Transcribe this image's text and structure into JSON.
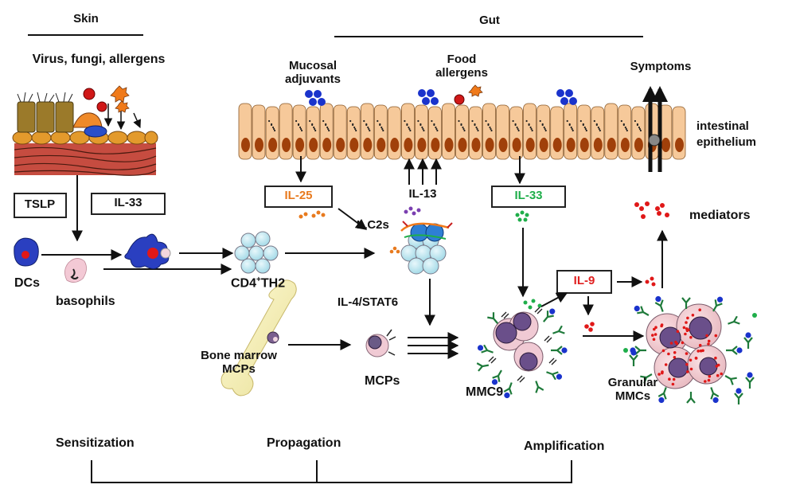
{
  "headers": {
    "skin": "Skin",
    "gut": "Gut"
  },
  "skin": {
    "triggers": "Virus, fungi, allergens",
    "tslp": "TSLP",
    "il33": "IL-33",
    "dcs": "DCs",
    "basophils": "basophils",
    "cd4_prefix": "CD4",
    "cd4_sup": "+",
    "cd4_suffix": "TH2"
  },
  "gut": {
    "mucosal_line1": "Mucosal",
    "mucosal_line2": "adjuvants",
    "food_line1": "Food",
    "food_line2": "allergens",
    "symptoms": "Symptoms",
    "epi_line1": "intestinal",
    "epi_line2": "epithelium",
    "il25": "IL-25",
    "il13": "IL-13",
    "il33": "IL-33",
    "ilc2s": "ILC2s",
    "il4stat6": "IL-4/STAT6",
    "il9": "IL-9",
    "mediators": "mediators",
    "bm_line1": "Bone marrow",
    "bm_line2": "MCPs",
    "mcps": "MCPs",
    "mmc9": "MMC9",
    "gran_line1": "Granular",
    "gran_line2": "MMCs"
  },
  "phases": {
    "sensitization": "Sensitization",
    "propagation": "Propagation",
    "amplification": "Amplification"
  },
  "colors": {
    "tslp": "#1f3f8f",
    "il33": "#1fae4a",
    "il25": "#e87a1e",
    "il9": "#e02020",
    "ilc_purple": "#7a3fb0",
    "allergen_blue": "#1a33cc",
    "mediator_red": "#e01818",
    "epithelium": "#f6c99a",
    "nucleus": "#a0400a"
  }
}
